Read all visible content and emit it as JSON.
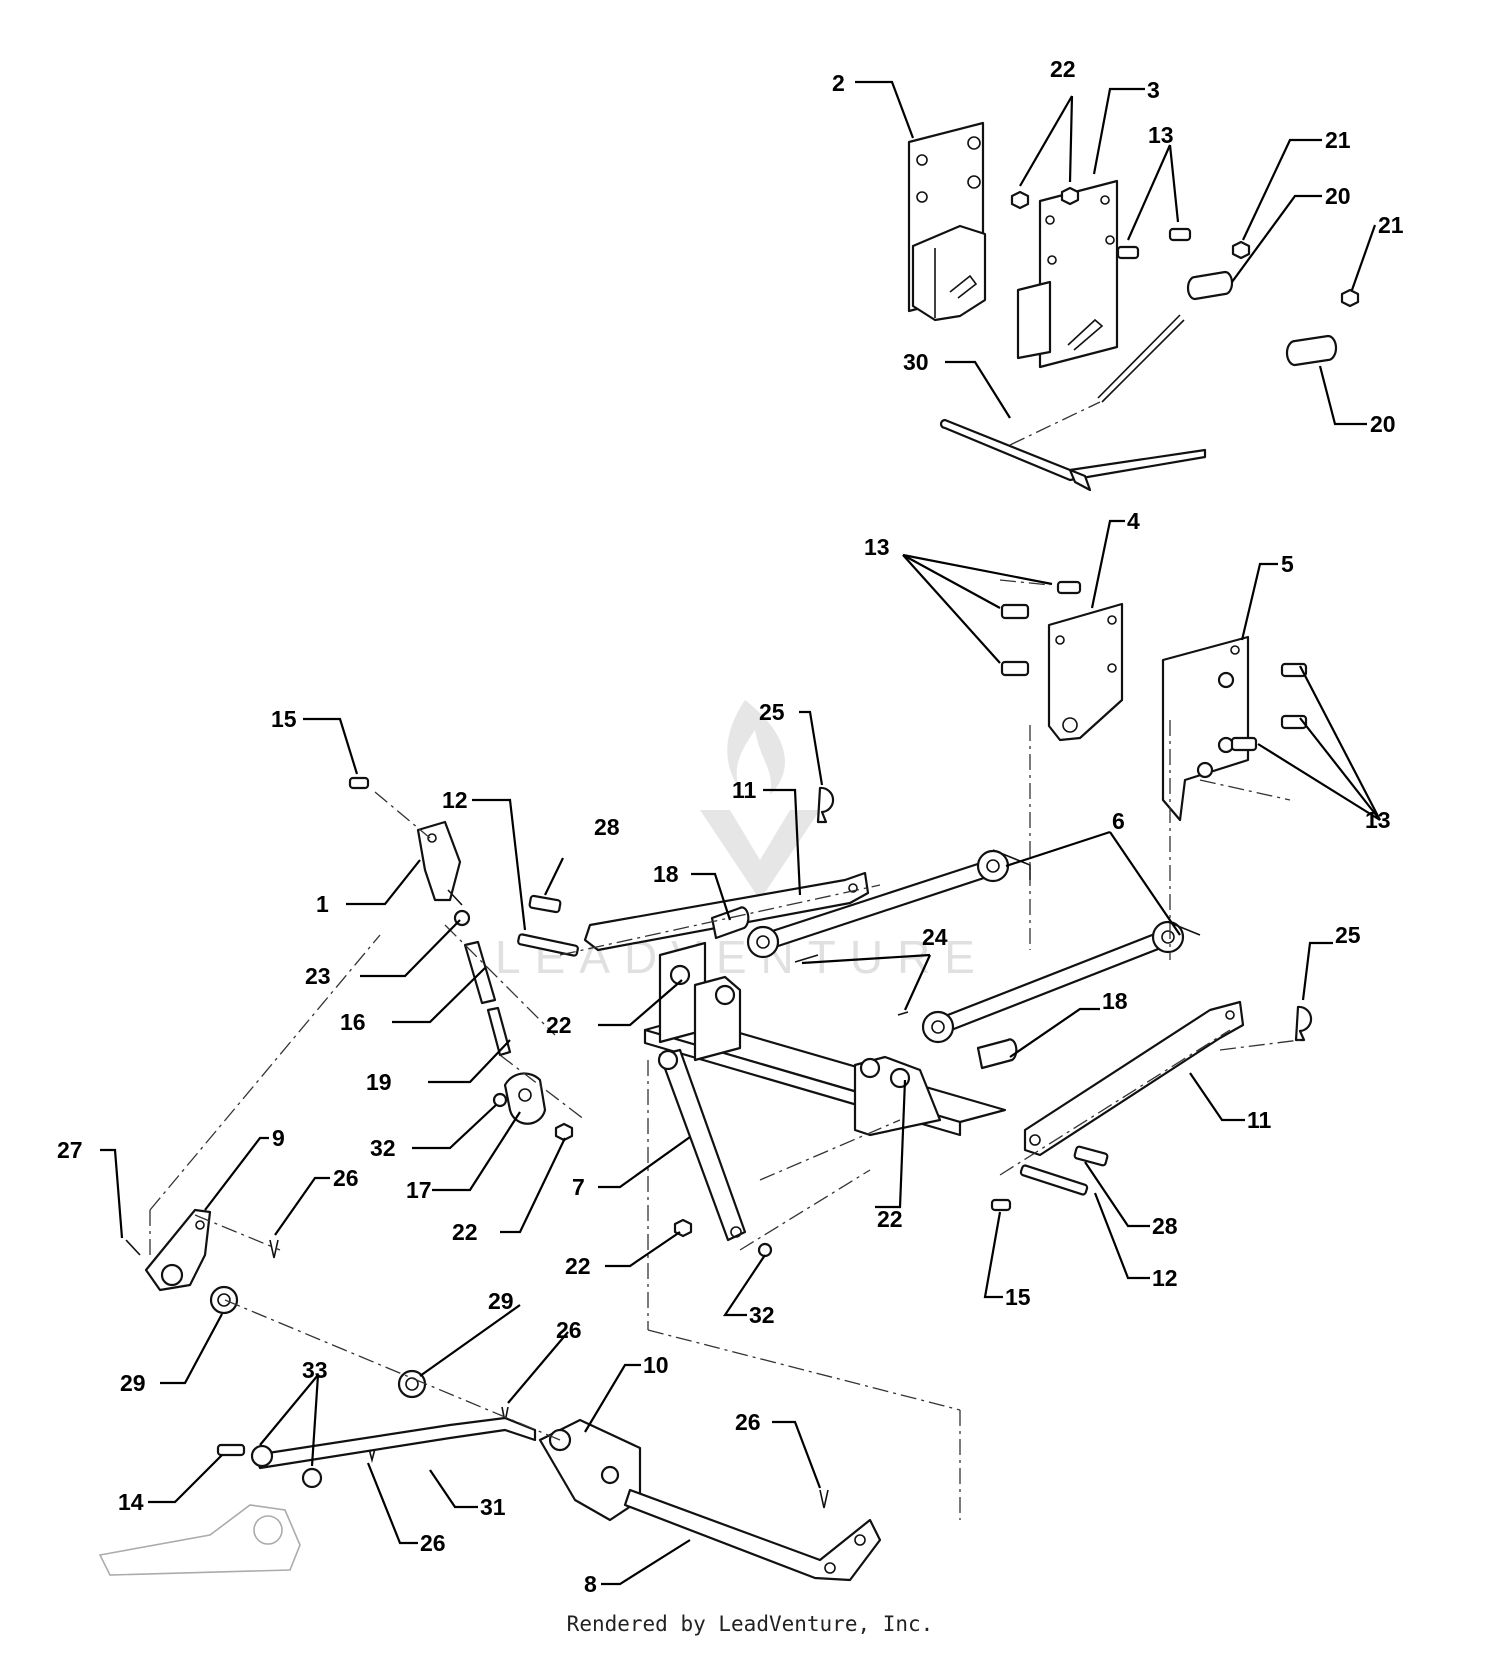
{
  "watermark_text": "LEADVENTURE",
  "footer_text": "Rendered by LeadVenture, Inc.",
  "callouts": [
    {
      "id": "c-2",
      "label": "2"
    },
    {
      "id": "c-22a",
      "label": "22"
    },
    {
      "id": "c-3",
      "label": "3"
    },
    {
      "id": "c-13a",
      "label": "13"
    },
    {
      "id": "c-21a",
      "label": "21"
    },
    {
      "id": "c-20a",
      "label": "20"
    },
    {
      "id": "c-21b",
      "label": "21"
    },
    {
      "id": "c-30",
      "label": "30"
    },
    {
      "id": "c-20b",
      "label": "20"
    },
    {
      "id": "c-13b",
      "label": "13"
    },
    {
      "id": "c-4",
      "label": "4"
    },
    {
      "id": "c-5",
      "label": "5"
    },
    {
      "id": "c-25a",
      "label": "25"
    },
    {
      "id": "c-15a",
      "label": "15"
    },
    {
      "id": "c-12a",
      "label": "12"
    },
    {
      "id": "c-11a",
      "label": "11"
    },
    {
      "id": "c-13c",
      "label": "13"
    },
    {
      "id": "c-6",
      "label": "6"
    },
    {
      "id": "c-28a",
      "label": "28"
    },
    {
      "id": "c-18a",
      "label": "18"
    },
    {
      "id": "c-1",
      "label": "1"
    },
    {
      "id": "c-24",
      "label": "24"
    },
    {
      "id": "c-25b",
      "label": "25"
    },
    {
      "id": "c-23",
      "label": "23"
    },
    {
      "id": "c-16",
      "label": "16"
    },
    {
      "id": "c-22b",
      "label": "22"
    },
    {
      "id": "c-18b",
      "label": "18"
    },
    {
      "id": "c-19",
      "label": "19"
    },
    {
      "id": "c-11b",
      "label": "11"
    },
    {
      "id": "c-32a",
      "label": "32"
    },
    {
      "id": "c-27",
      "label": "27"
    },
    {
      "id": "c-9",
      "label": "9"
    },
    {
      "id": "c-17",
      "label": "17"
    },
    {
      "id": "c-26a",
      "label": "26"
    },
    {
      "id": "c-7",
      "label": "7"
    },
    {
      "id": "c-22c",
      "label": "22"
    },
    {
      "id": "c-28b",
      "label": "28"
    },
    {
      "id": "c-22d",
      "label": "22"
    },
    {
      "id": "c-22e",
      "label": "22"
    },
    {
      "id": "c-12b",
      "label": "12"
    },
    {
      "id": "c-15b",
      "label": "15"
    },
    {
      "id": "c-32b",
      "label": "32"
    },
    {
      "id": "c-29a",
      "label": "29"
    },
    {
      "id": "c-26b",
      "label": "26"
    },
    {
      "id": "c-29b",
      "label": "29"
    },
    {
      "id": "c-10",
      "label": "10"
    },
    {
      "id": "c-33",
      "label": "33"
    },
    {
      "id": "c-26c",
      "label": "26"
    },
    {
      "id": "c-14",
      "label": "14"
    },
    {
      "id": "c-31",
      "label": "31"
    },
    {
      "id": "c-26d",
      "label": "26"
    },
    {
      "id": "c-8",
      "label": "8"
    }
  ]
}
